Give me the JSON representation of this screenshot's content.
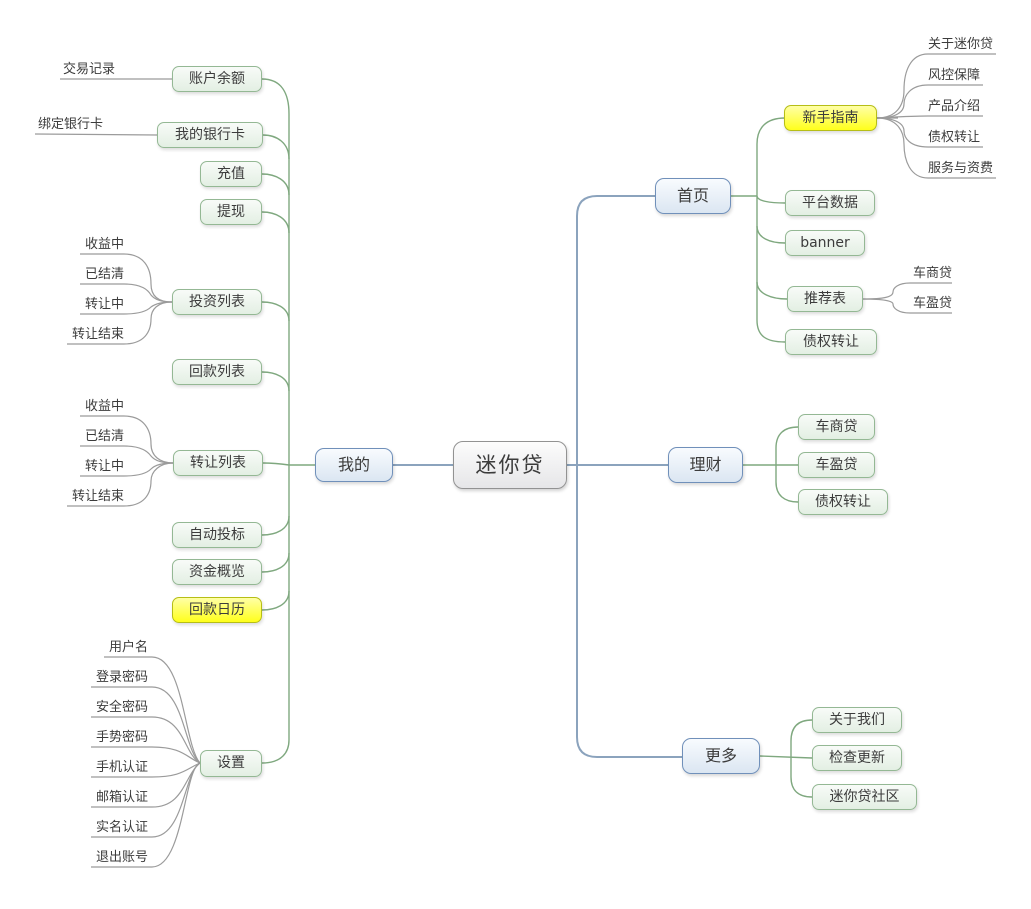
{
  "mindmap": {
    "root": {
      "label": "迷你贷"
    },
    "left_branch": {
      "label": "我的",
      "children": [
        {
          "label": "账户余额",
          "children": [
            {
              "label": "交易记录"
            }
          ]
        },
        {
          "label": "我的银行卡",
          "children": [
            {
              "label": "绑定银行卡"
            }
          ]
        },
        {
          "label": "充值"
        },
        {
          "label": "提现"
        },
        {
          "label": "投资列表",
          "children": [
            {
              "label": "收益中"
            },
            {
              "label": "已结清"
            },
            {
              "label": "转让中"
            },
            {
              "label": "转让结束"
            }
          ]
        },
        {
          "label": "回款列表"
        },
        {
          "label": "转让列表",
          "children": [
            {
              "label": "收益中"
            },
            {
              "label": "已结清"
            },
            {
              "label": "转让中"
            },
            {
              "label": "转让结束"
            }
          ]
        },
        {
          "label": "自动投标"
        },
        {
          "label": "资金概览"
        },
        {
          "label": "回款日历",
          "highlight": "yellow"
        },
        {
          "label": "设置",
          "children": [
            {
              "label": "用户名"
            },
            {
              "label": "登录密码"
            },
            {
              "label": "安全密码"
            },
            {
              "label": "手势密码"
            },
            {
              "label": "手机认证"
            },
            {
              "label": "邮箱认证"
            },
            {
              "label": "实名认证"
            },
            {
              "label": "退出账号"
            }
          ]
        }
      ]
    },
    "right_branches": [
      {
        "label": "首页",
        "children": [
          {
            "label": "新手指南",
            "highlight": "yellow",
            "children": [
              {
                "label": "关于迷你贷"
              },
              {
                "label": "风控保障"
              },
              {
                "label": "产品介绍"
              },
              {
                "label": "债权转让"
              },
              {
                "label": "服务与资费"
              }
            ]
          },
          {
            "label": "平台数据"
          },
          {
            "label": "banner"
          },
          {
            "label": "推荐表",
            "children": [
              {
                "label": "车商贷"
              },
              {
                "label": "车盈贷"
              }
            ]
          },
          {
            "label": "债权转让"
          }
        ]
      },
      {
        "label": "理财",
        "children": [
          {
            "label": "车商贷"
          },
          {
            "label": "车盈贷"
          },
          {
            "label": "债权转让"
          }
        ]
      },
      {
        "label": "更多",
        "children": [
          {
            "label": "关于我们"
          },
          {
            "label": "检查更新"
          },
          {
            "label": "迷你贷社区"
          }
        ]
      }
    ],
    "colors": {
      "blue_line": "#8ba3bd",
      "green_line": "#7fa87f",
      "gray_line": "#9b9b9b",
      "highlight_fill": "#ffff1c",
      "topic_fill": "#e3efe3",
      "main_topic_fill": "#dbe6f2"
    }
  }
}
